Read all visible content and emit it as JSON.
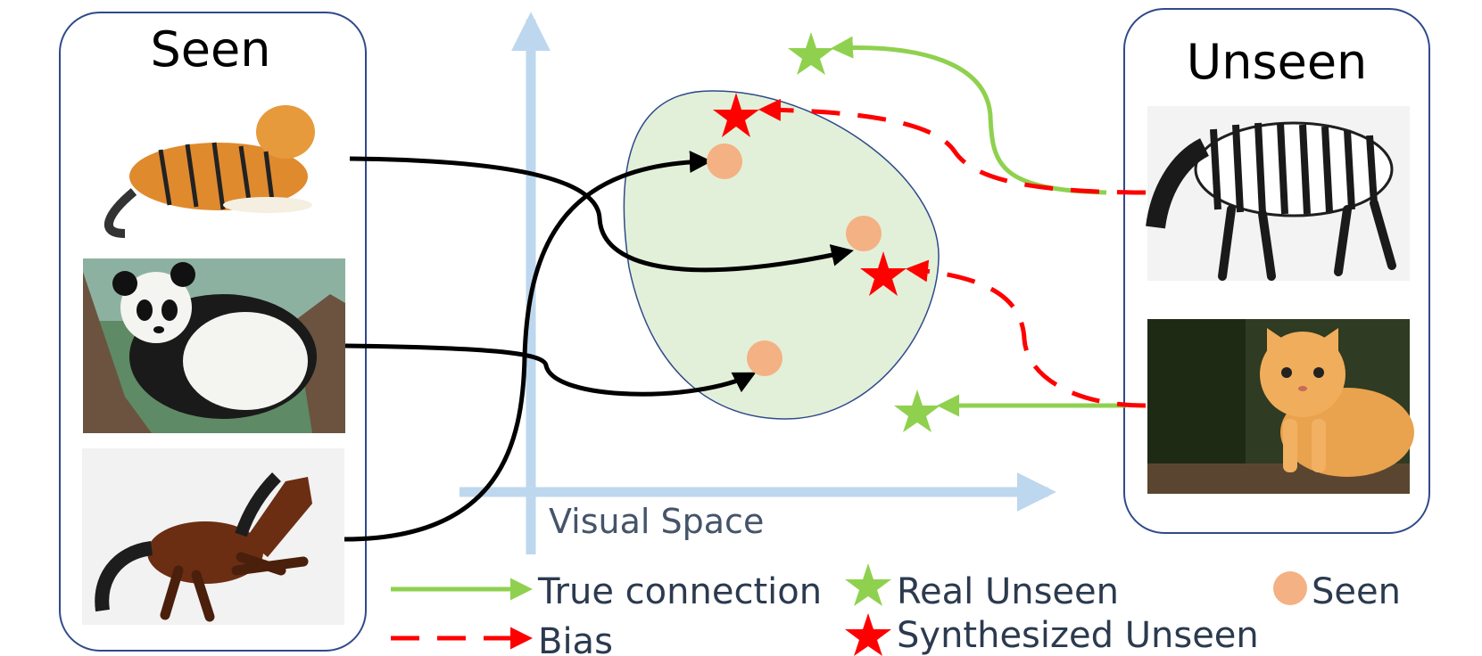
{
  "panels": {
    "seen_title": "Seen",
    "unseen_title": "Unseen"
  },
  "images": {
    "seen": [
      "tiger-photo",
      "panda-photo",
      "horse-photo"
    ],
    "unseen": [
      "zebra-photo",
      "kitten-photo"
    ]
  },
  "axis": {
    "label": "Visual Space"
  },
  "legend": {
    "true_connection": "True connection",
    "bias": "Bias",
    "real_unseen": "Real Unseen",
    "synthesized_unseen": "Synthesized Unseen",
    "seen": "Seen"
  },
  "colors": {
    "panel_border": "#2f4a8a",
    "axis": "#bdd7ee",
    "region_fill": "#e2f0d9",
    "region_border": "#2f4a8a",
    "true_connection": "#8fd14f",
    "bias": "#ff0000",
    "seen_marker": "#f4b183",
    "mapping_arrow": "#000000"
  }
}
